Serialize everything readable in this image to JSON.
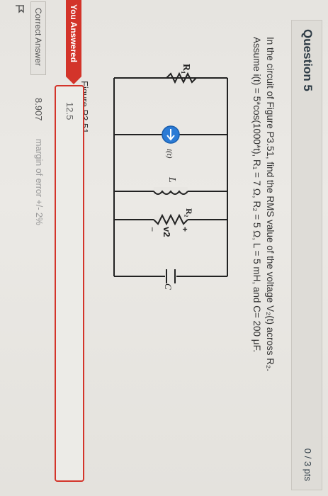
{
  "question": {
    "title": "Question 5",
    "points": "0 / 3 pts",
    "text_line1": "In the circuit of Figure P3.51, find the RMS value of the voltage V₂(t) across R₂.",
    "text_line2": "Assume i(t) = 5*cos(1000*t), R₁ = 7 Ω, R₂ = 5 Ω, L = 5 mH, and C= 200 μF."
  },
  "figure": {
    "caption": "Figure P3.51",
    "labels": {
      "r1": "R₁",
      "r2": "R₂",
      "l": "L",
      "c": "C",
      "source": "i(t)",
      "v2": "v2",
      "plus": "+",
      "minus": "−"
    }
  },
  "answer": {
    "you_answered_label": "You Answered",
    "value": "12.5",
    "correct_label": "Correct Answer",
    "correct_value": "8.907",
    "margin": "margin of error +/- 2%"
  },
  "icons": {
    "flag": "flag-icon"
  },
  "colors": {
    "error_red": "#d3342a",
    "source_blue": "#2b7bd6"
  }
}
